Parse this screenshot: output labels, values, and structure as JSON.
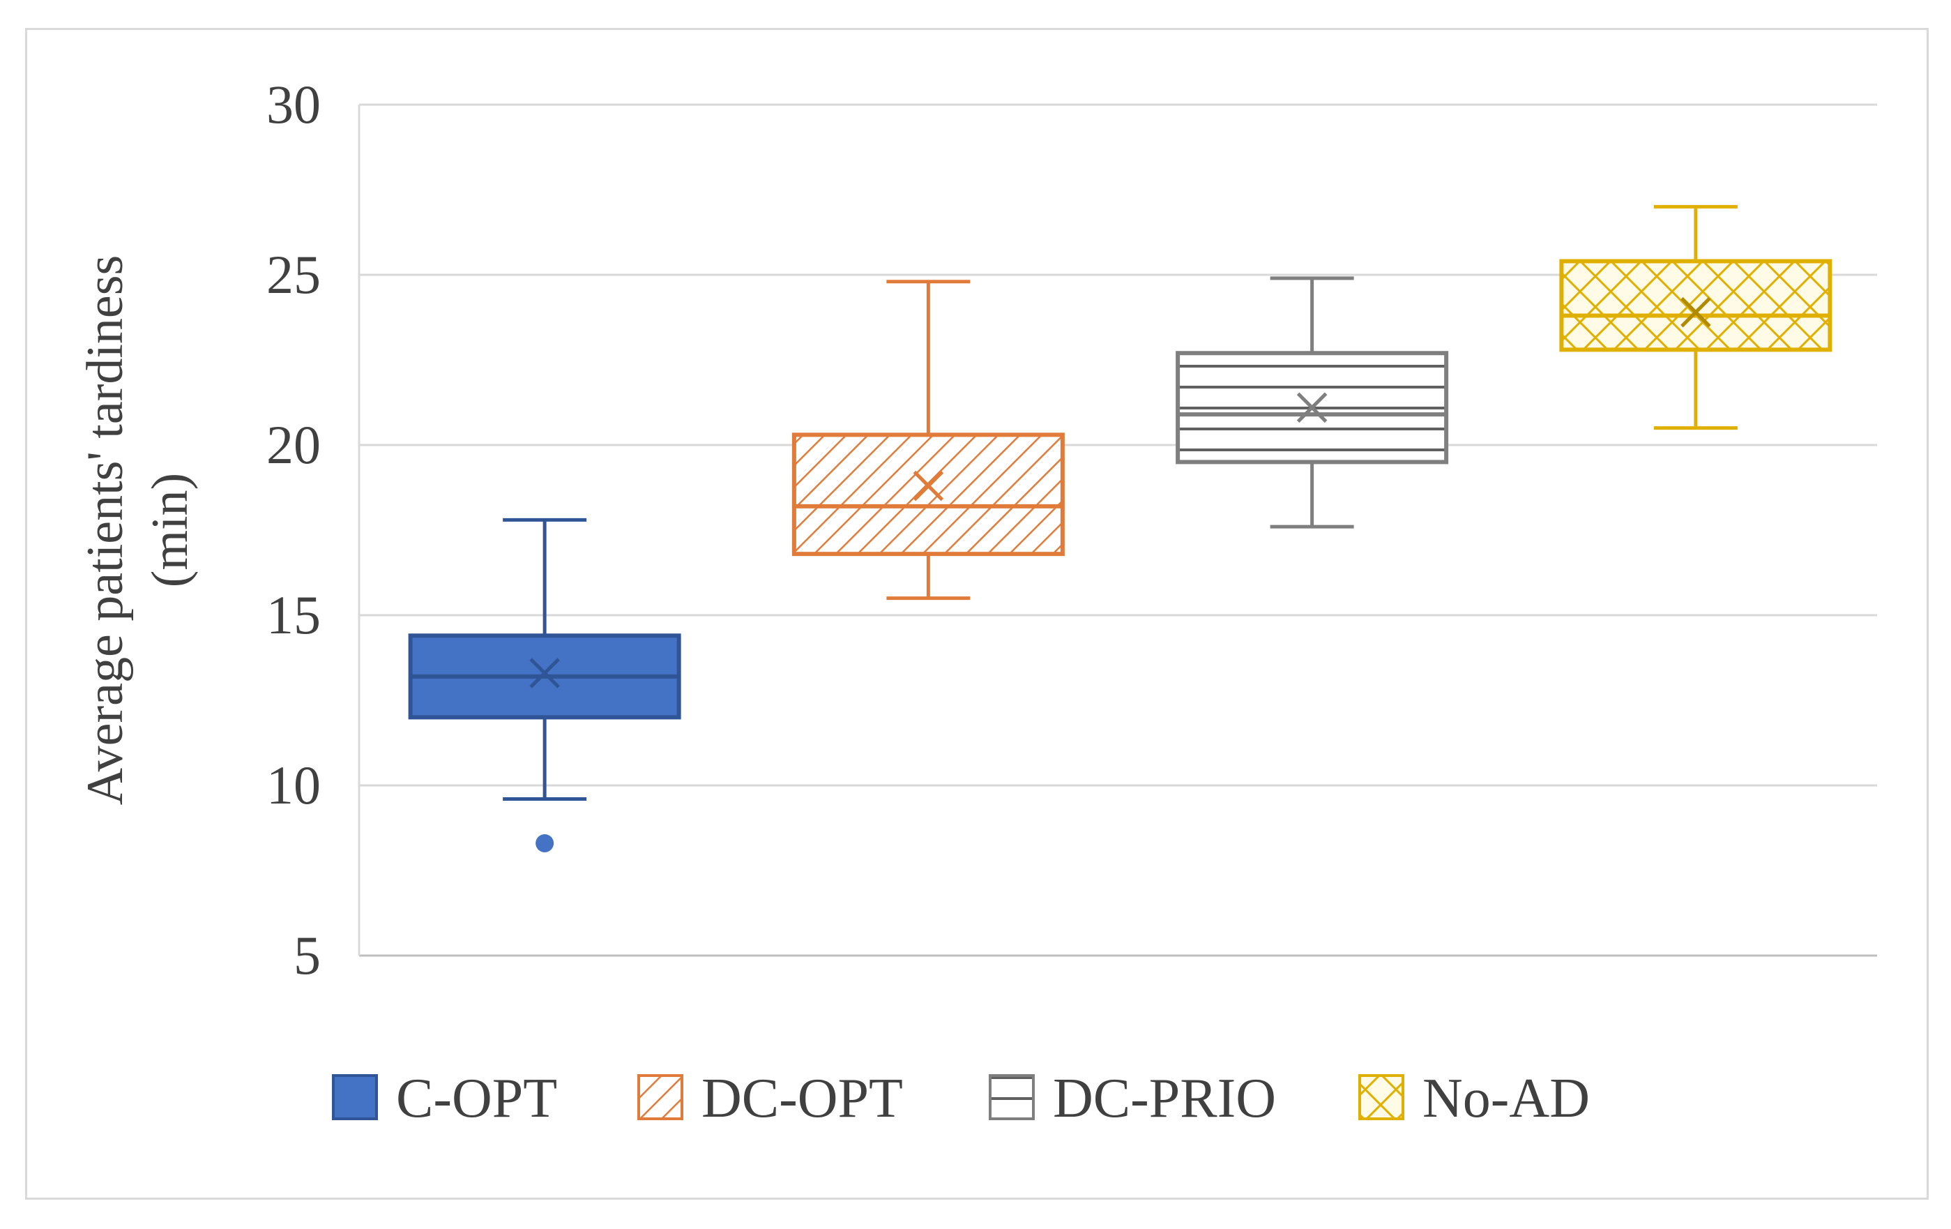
{
  "chart_data": {
    "type": "box",
    "title": "",
    "xlabel": "",
    "ylabel": [
      "Average patients' tardiness",
      "(min)"
    ],
    "ylim": [
      5,
      30
    ],
    "yticks": [
      5,
      10,
      15,
      20,
      25,
      30
    ],
    "grid": true,
    "legend_position": "bottom",
    "series": [
      {
        "name": "C-OPT",
        "color": "#4472c4",
        "pattern": "solid",
        "whisker_low": 9.6,
        "q1": 12.0,
        "median": 13.2,
        "q3": 14.4,
        "whisker_high": 17.8,
        "mean": 13.3,
        "outliers": [
          8.3
        ]
      },
      {
        "name": "DC-OPT",
        "color": "#e07b39",
        "pattern": "diagonal-hatch",
        "whisker_low": 15.5,
        "q1": 16.8,
        "median": 18.2,
        "q3": 20.3,
        "whisker_high": 24.8,
        "mean": 18.8,
        "outliers": []
      },
      {
        "name": "DC-PRIO",
        "color": "#7f7f7f",
        "pattern": "horizontal-lines",
        "whisker_low": 17.6,
        "q1": 19.5,
        "median": 20.9,
        "q3": 22.7,
        "whisker_high": 24.9,
        "mean": 21.1,
        "outliers": []
      },
      {
        "name": "No-AD",
        "color": "#e0b000",
        "pattern": "crosshatch",
        "whisker_low": 20.5,
        "q1": 22.8,
        "median": 23.8,
        "q3": 25.4,
        "whisker_high": 27.0,
        "mean": 23.9,
        "outliers": []
      }
    ]
  }
}
